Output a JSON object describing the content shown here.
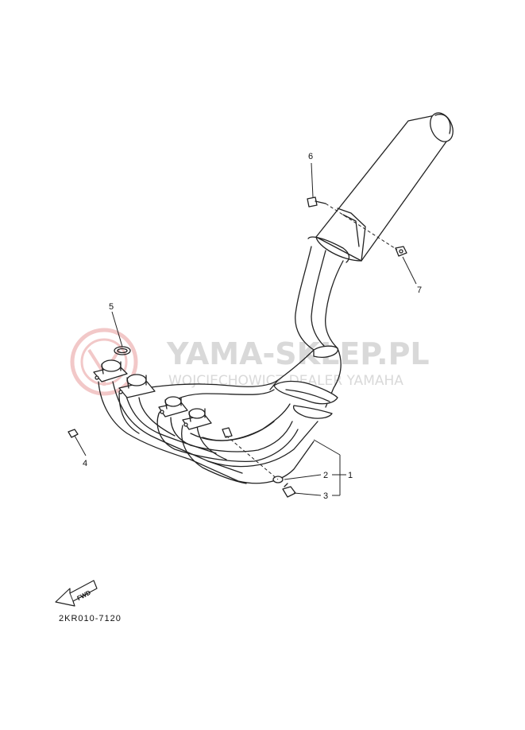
{
  "watermark": {
    "title": "YAMA-SKLEP.PL",
    "subtitle": "WOJCIECHOWICZ DEALER YAMAHA",
    "logo_icon": "yamaha-tuning-fork-logo-icon",
    "color": "#f2c8c8",
    "text_color": "#d9d9d9"
  },
  "callouts": [
    {
      "id": "1",
      "label": "1"
    },
    {
      "id": "2",
      "label": "2"
    },
    {
      "id": "3",
      "label": "3"
    },
    {
      "id": "4",
      "label": "4"
    },
    {
      "id": "5",
      "label": "5"
    },
    {
      "id": "6",
      "label": "6"
    },
    {
      "id": "7",
      "label": "7"
    }
  ],
  "fwd_label": "FWD",
  "fwd_icon": "forward-arrow-icon",
  "diagram_code": "2KR010-7120",
  "line_color": "#222222"
}
